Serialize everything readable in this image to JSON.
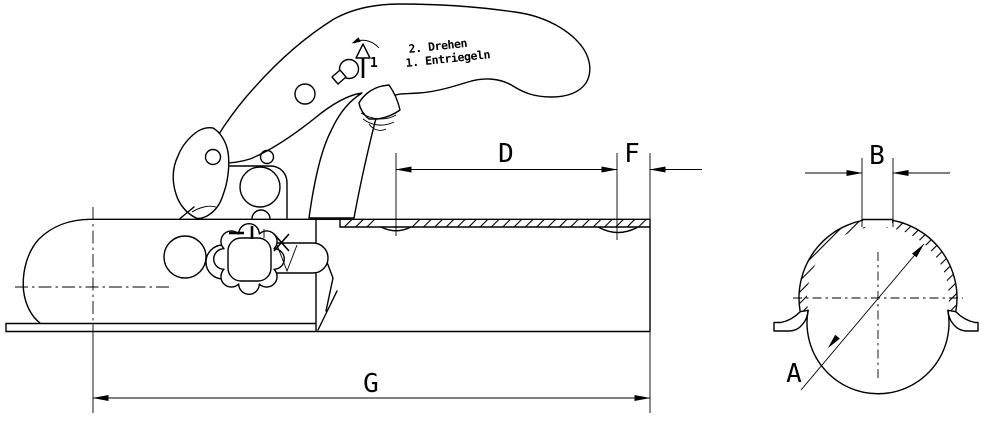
{
  "drawing": {
    "kind": "trailer-coupling-technical-drawing",
    "background": "#ffffff",
    "line_color": "#000000"
  },
  "instructions": {
    "line1": "2. Drehen",
    "line2": "1. Entriegeln",
    "arrow_label": "1"
  },
  "dimensions": {
    "insertion_depth": "D",
    "end_offset": "F",
    "total_length": "G",
    "slot_width": "B",
    "tube_diameter": "A"
  }
}
